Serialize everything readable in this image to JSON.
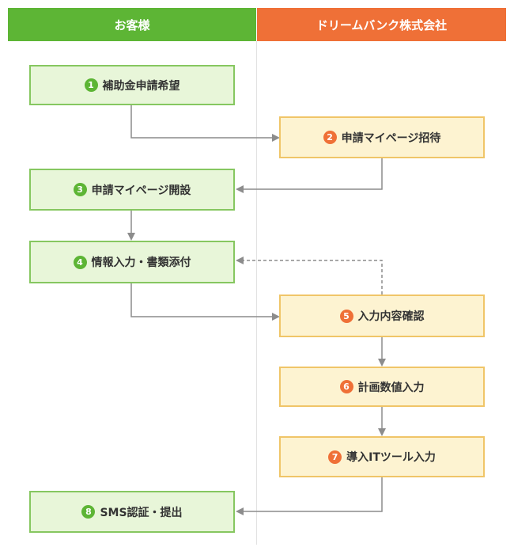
{
  "header": {
    "left": "お客様",
    "right": "ドリームバンク株式会社"
  },
  "colors": {
    "customer": "#5db535",
    "company": "#ef7037",
    "customer_box": "#e8f6d9",
    "company_box": "#fdf3d1",
    "arrow": "#8c8c8c"
  },
  "steps": [
    {
      "num": "1",
      "label": "補助金申請希望"
    },
    {
      "num": "2",
      "label": "申請マイページ招待"
    },
    {
      "num": "3",
      "label": "申請マイページ開設"
    },
    {
      "num": "4",
      "label": "情報入力・書類添付"
    },
    {
      "num": "5",
      "label": "入力内容確認"
    },
    {
      "num": "6",
      "label": "計画数値入力"
    },
    {
      "num": "7",
      "label": "導入ITツール入力"
    },
    {
      "num": "8",
      "label": "SMS認証・提出"
    }
  ]
}
